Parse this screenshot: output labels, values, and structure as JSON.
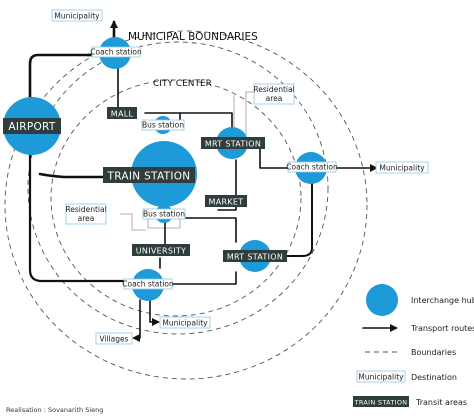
{
  "boundaries": {
    "municipal": "MUNICIPAL BOUNDARIES",
    "city_center": "CITY CENTER"
  },
  "transit_areas": {
    "airport": "AIRPORT",
    "train_station": "TRAIN STATION",
    "mall": "MALL",
    "mrt_station_north": "MRT STATION",
    "mrt_station_south": "MRT STATION",
    "market": "MARKET",
    "university": "UNIVERSITY"
  },
  "stations": {
    "coach_north": "Coach station",
    "coach_east": "Coach station",
    "coach_south": "Coach station",
    "bus_north": "Bus station",
    "bus_south": "Bus station"
  },
  "destinations": {
    "municipality_top": "Municipality",
    "municipality_right": "Municipality",
    "municipality_bottom": "Municipality",
    "villages": "Villages",
    "residential_north": [
      "Residential",
      "area"
    ],
    "residential_west": [
      "Residential",
      "area"
    ]
  },
  "legend": {
    "interchange_hub": "Interchange hub",
    "transport_routes": "Transport routes",
    "boundaries": "Boundaries",
    "destination_sample": "Municipality",
    "destination": "Destination",
    "transit_sample": "TRAIN STATION",
    "transit_areas": "Transit areas"
  },
  "credit": "Realisation : Sovanarith Sieng",
  "colors": {
    "hub": "#1e9ad8",
    "label_dark": "#2f3d3d",
    "route": "#111111"
  }
}
